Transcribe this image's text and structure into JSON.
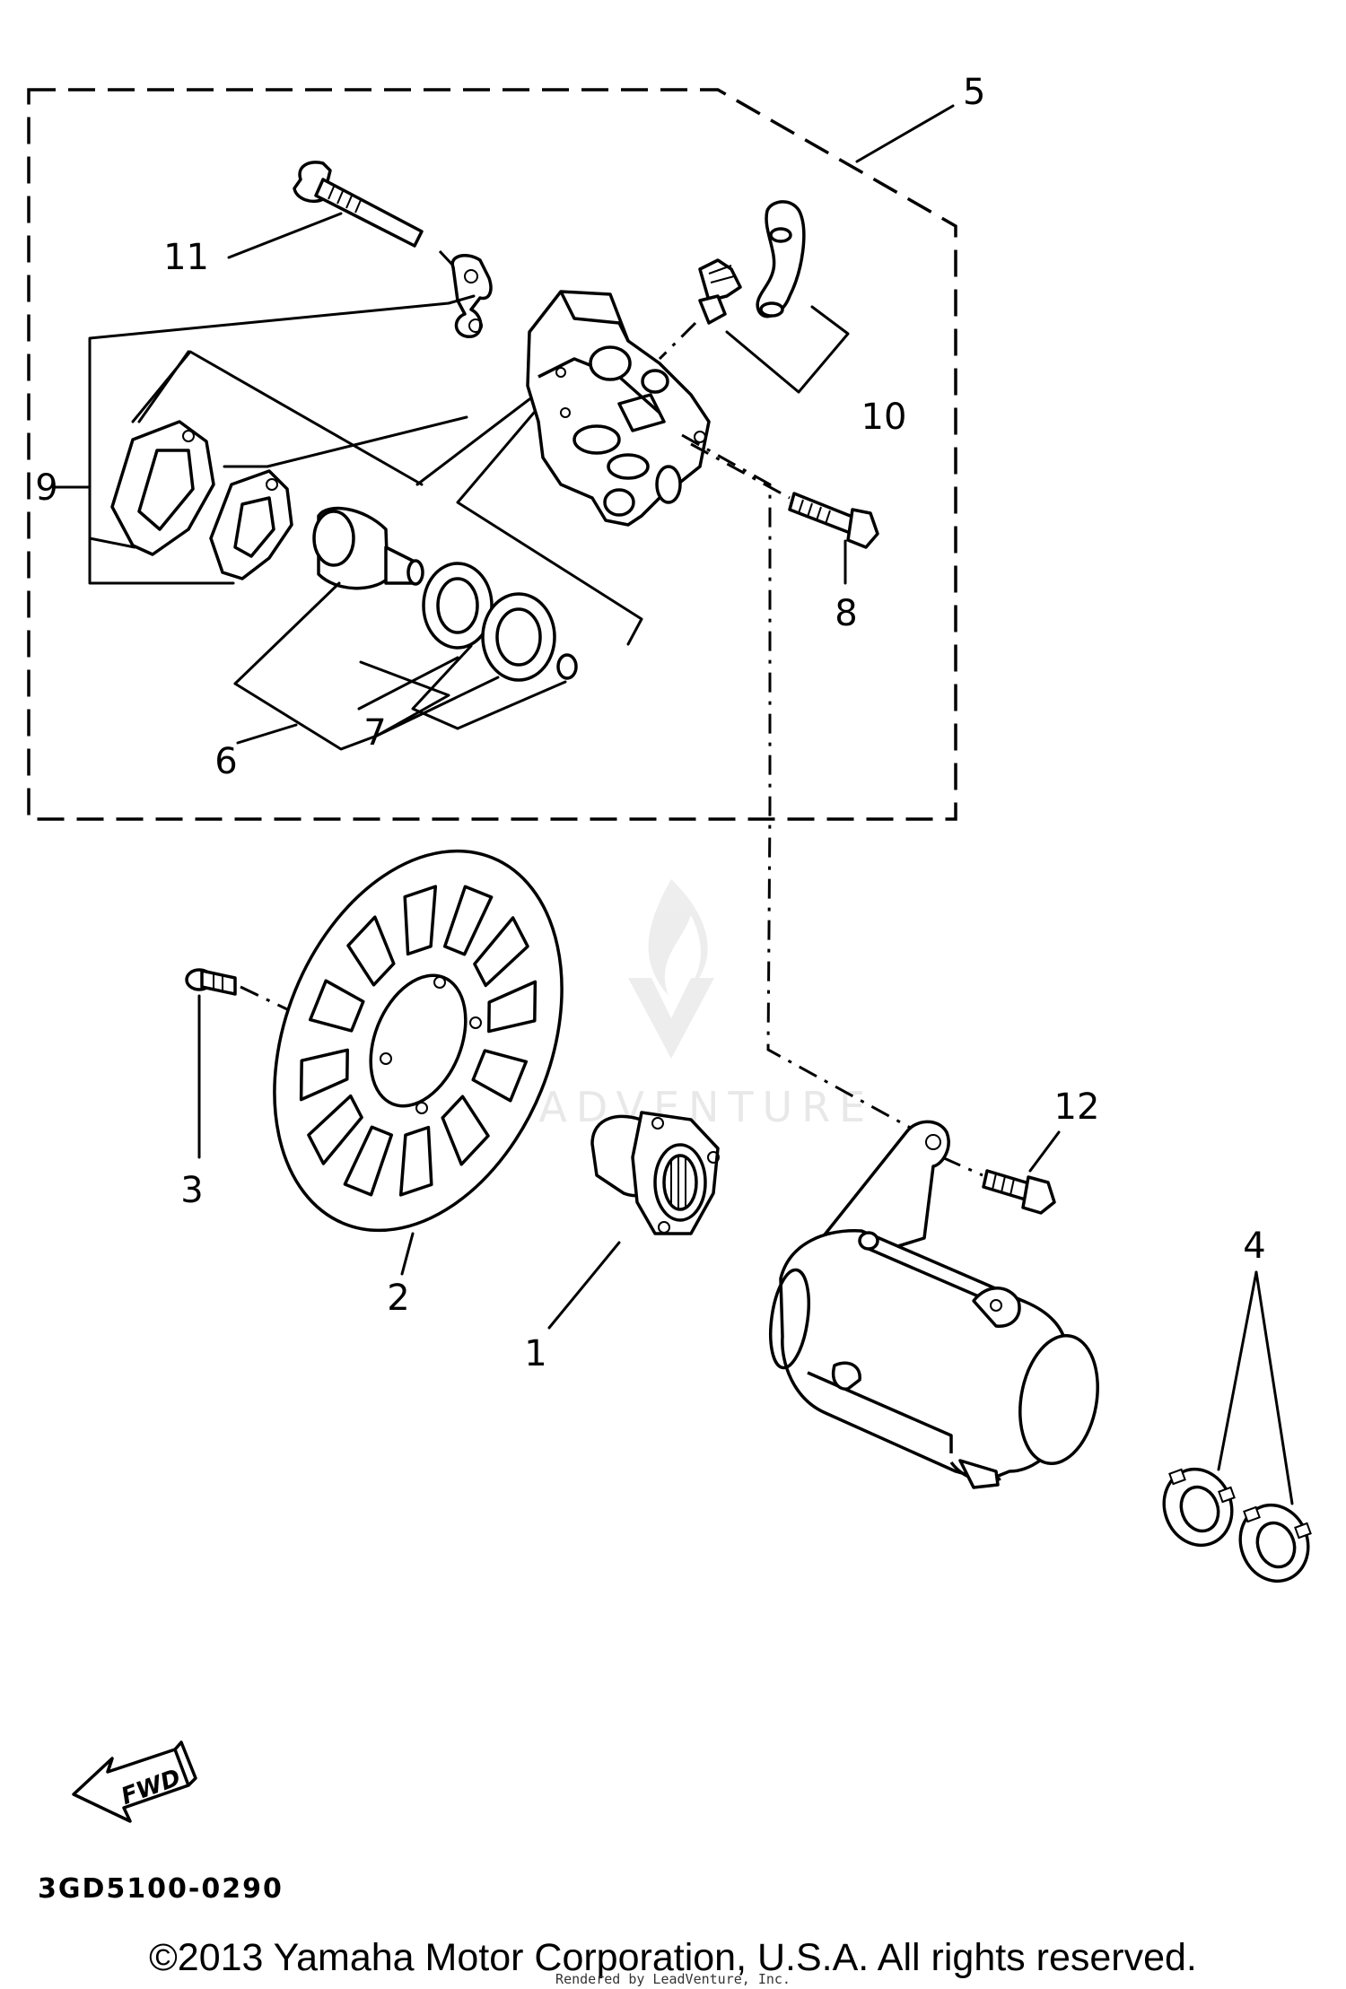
{
  "diagram": {
    "callouts": {
      "1": "1",
      "2": "2",
      "3": "3",
      "4": "4",
      "5": "5",
      "6": "6",
      "7": "7",
      "8": "8",
      "9": "9",
      "10": "10",
      "11": "11",
      "12": "12"
    },
    "drawing_code": "3GD5100-0290",
    "fwd_label": "FWD",
    "watermark": "LEADVENTURE"
  },
  "footer": {
    "copyright": "©2013 Yamaha Motor Corporation, U.S.A. All rights reserved.",
    "rendered_by": "Rendered by LeadVenture, Inc."
  }
}
